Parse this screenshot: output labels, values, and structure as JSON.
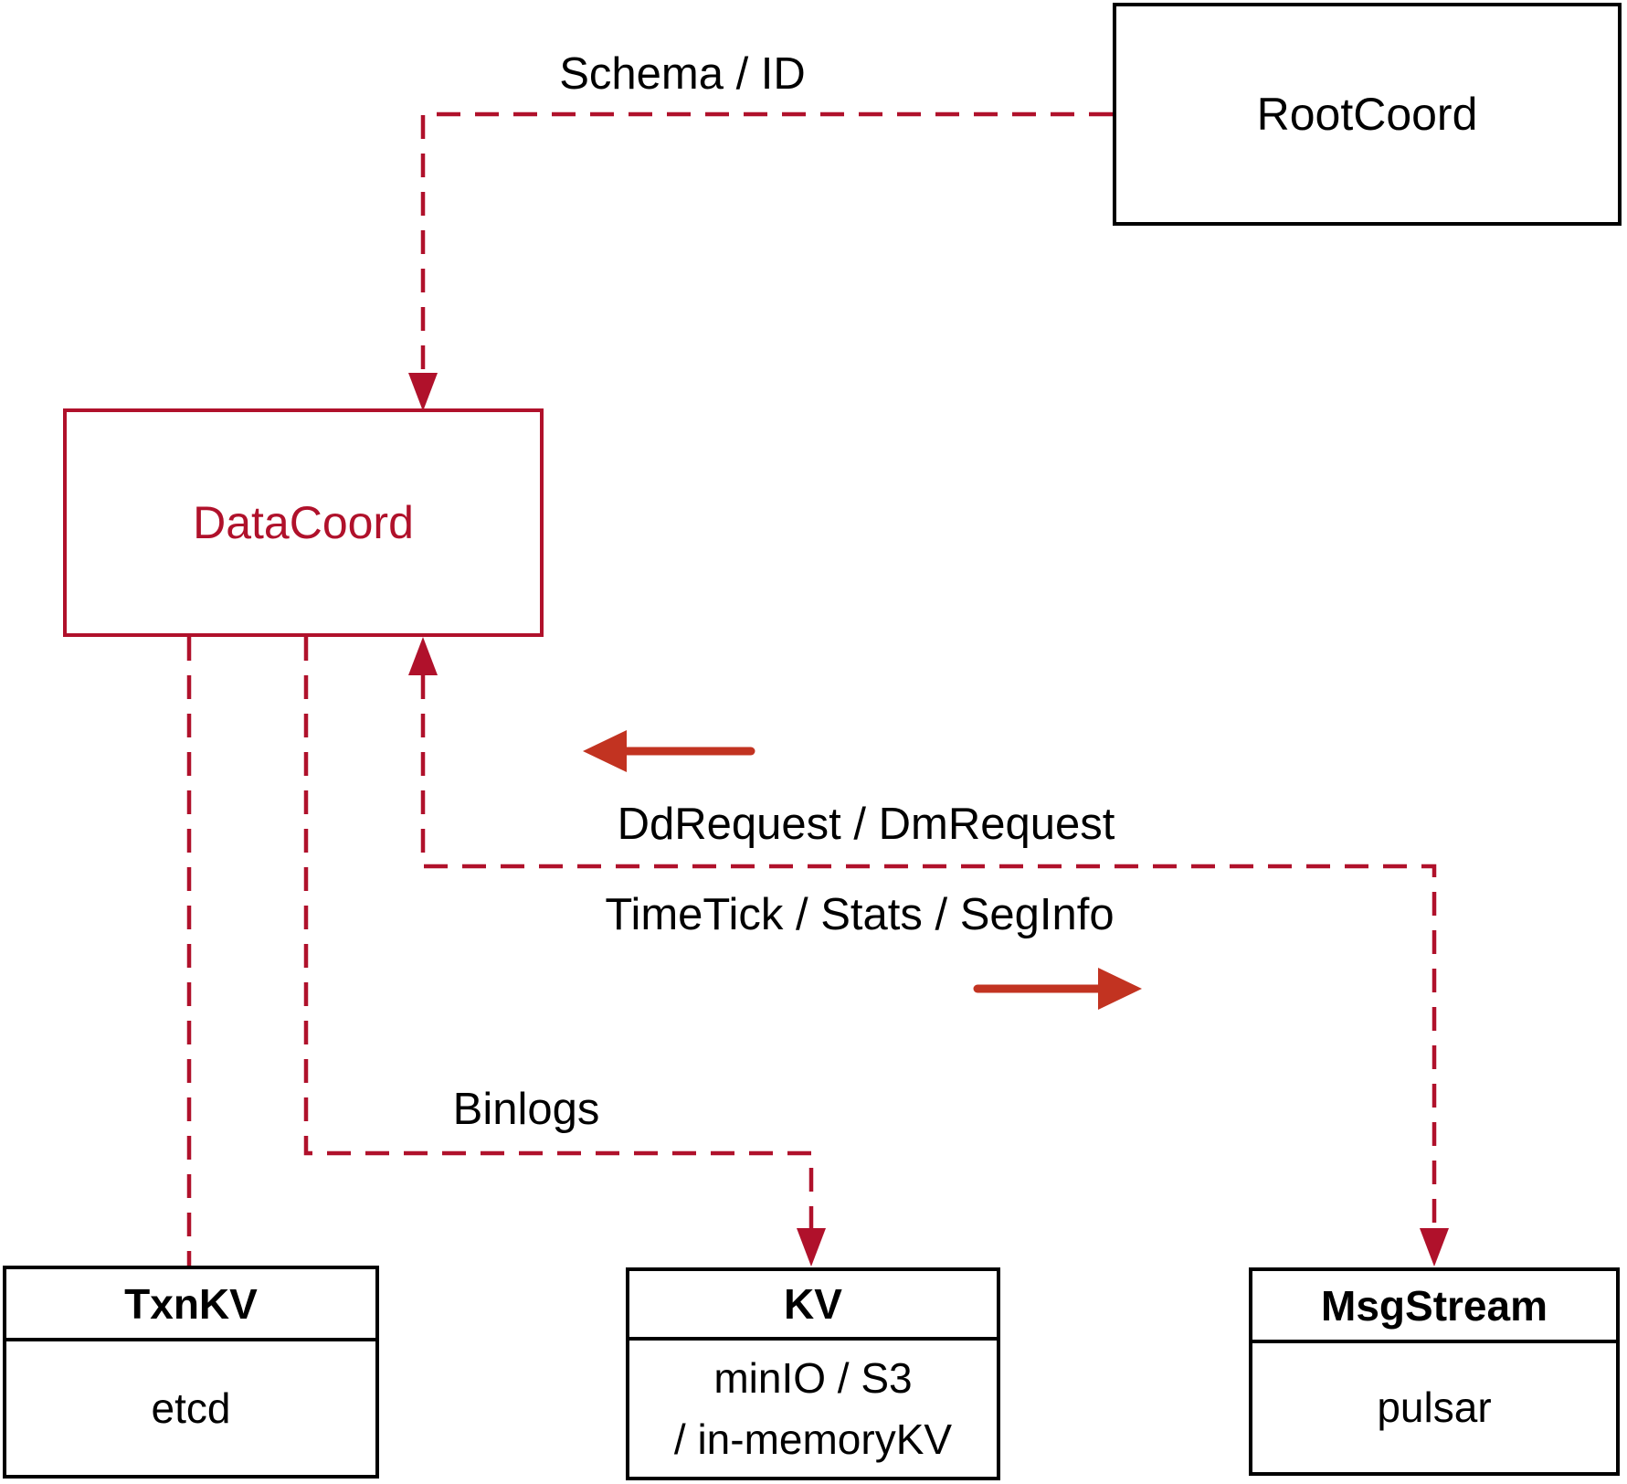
{
  "diagram": {
    "colors": {
      "connector_red": "#b0112b",
      "arrow_red": "#c23321",
      "box_border_black": "#000000",
      "text_black": "#000000",
      "background": "#ffffff"
    },
    "nodes": {
      "root_coord": {
        "label": "RootCoord"
      },
      "data_coord": {
        "label": "DataCoord"
      },
      "txn_kv": {
        "title": "TxnKV",
        "body": "etcd"
      },
      "kv": {
        "title": "KV",
        "body_lines": [
          "minIO / S3",
          "/ in-memoryKV"
        ]
      },
      "msg_stream": {
        "title": "MsgStream",
        "body": "pulsar"
      }
    },
    "edge_labels": {
      "schema_id": "Schema / ID",
      "dd_request_dm_request": "DdRequest / DmRequest",
      "timetick_stats_seginfo": "TimeTick / Stats / SegInfo",
      "binlogs": "Binlogs"
    }
  }
}
